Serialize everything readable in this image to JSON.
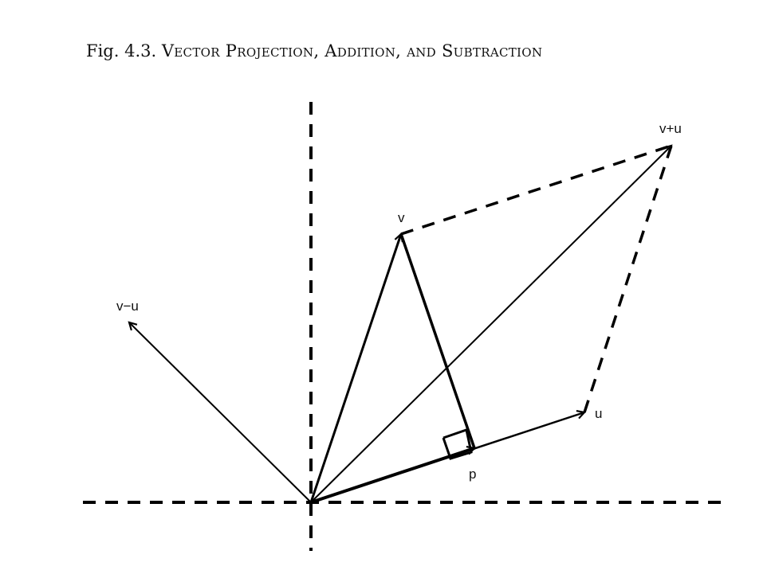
{
  "caption": {
    "number": "Fig. 4.3.",
    "title": "Vector Projection, Addition, and Subtraction"
  },
  "labels": {
    "v": "v",
    "u": "u",
    "p": "p",
    "v_plus_u": "v+u",
    "v_minus_u": "v−u"
  },
  "colors": {
    "ink": "#000000",
    "background": "#ffffff"
  }
}
